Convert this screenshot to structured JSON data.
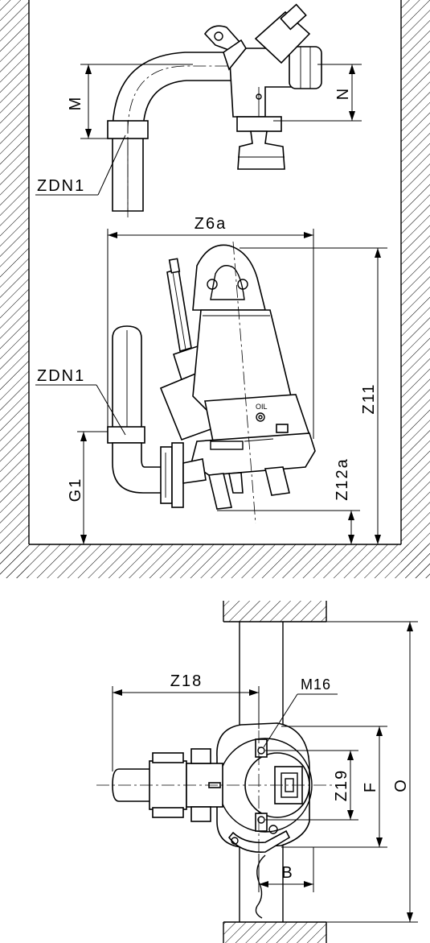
{
  "labels": {
    "zdn1_top": "ZDN1",
    "m": "M",
    "n": "N",
    "z6a": "Z6a",
    "zdn1_mid": "ZDN1",
    "z11": "Z11",
    "g1": "G1",
    "z12a": "Z12a",
    "oil": "OIL",
    "z18": "Z18",
    "m16": "M16",
    "z19": "Z19",
    "f": "F",
    "o": "O",
    "b": "B"
  },
  "colors": {
    "line": "#000000",
    "background": "#ffffff"
  }
}
